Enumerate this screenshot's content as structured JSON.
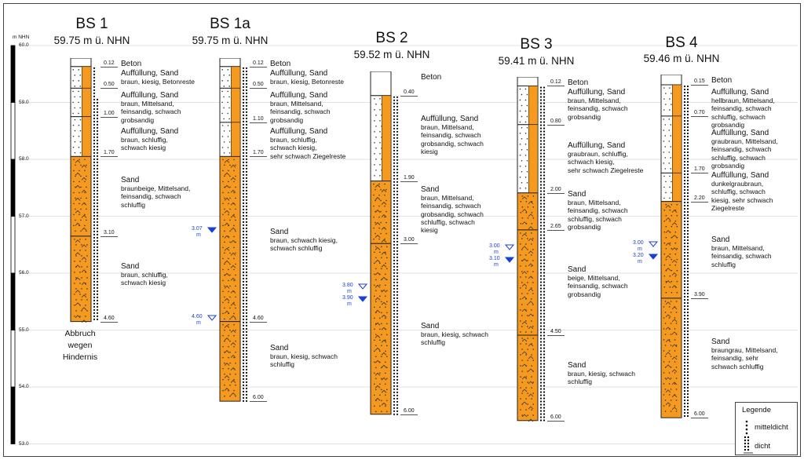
{
  "axis": {
    "unit_label": "m NHN",
    "ticks": [
      "60.0",
      "59.0",
      "58.0",
      "57.0",
      "56.0",
      "55.0",
      "54.0",
      "53.0"
    ]
  },
  "legend": {
    "title": "Legende",
    "items": [
      {
        "label": "mittelдicht",
        "symbol": "single-dot-column-icon"
      },
      {
        "label": "dicht",
        "symbol": "double-dot-column-icon"
      }
    ]
  },
  "boreholes": [
    {
      "name": "BS 1",
      "elevation": "59.75 m ü. NHN",
      "top_label": "Beton",
      "note": [
        "Abbruch",
        "wegen",
        "Hindernis"
      ],
      "depths": [
        "0.12",
        "0.50",
        "1.00",
        "1.70",
        "3.10",
        "4.60"
      ],
      "layers": [
        {
          "head": "Auffüllung, Sand",
          "lines": [
            "braun, kiesig, Betonreste"
          ]
        },
        {
          "head": "Auffüllung, Sand",
          "lines": [
            "braun, Mittelsand,",
            "feinsandig, schwach",
            "grobsandig"
          ]
        },
        {
          "head": "Auffüllung, Sand",
          "lines": [
            "braun, schluffig,",
            "schwach kiesig"
          ]
        },
        {
          "head": "Sand",
          "lines": [
            "braunbeige, Mittelsand,",
            "feinsandig, schwach",
            "schluffig"
          ]
        },
        {
          "head": "Sand",
          "lines": [
            "braun, schluffig,",
            "schwach kiesig"
          ]
        }
      ],
      "water": []
    },
    {
      "name": "BS 1a",
      "elevation": "59.75 m ü. NHN",
      "top_label": "Beton",
      "depths": [
        "0.12",
        "0.50",
        "1.10",
        "1.70",
        "4.60",
        "6.00"
      ],
      "layers": [
        {
          "head": "Auffüllung, Sand",
          "lines": [
            "braun, kiesig, Betonreste"
          ]
        },
        {
          "head": "Auffüllung, Sand",
          "lines": [
            "braun, Mittelsand,",
            "feinsandig, schwach",
            "grobsandig"
          ]
        },
        {
          "head": "Auffüllung, Sand",
          "lines": [
            "braun, schluffig,",
            "schwach kiesig,",
            "sehr schwach Ziegelreste"
          ]
        },
        {
          "head": "Sand",
          "lines": [
            "braun, schwach kiesig,",
            "schwach schluffig"
          ]
        },
        {
          "head": "Sand",
          "lines": [
            "braun, kiesig, schwach",
            "schluffig"
          ]
        }
      ],
      "water": [
        {
          "value": "3.07",
          "unit": "m"
        },
        {
          "value": "4.60",
          "unit": "m"
        }
      ]
    },
    {
      "name": "BS 2",
      "elevation": "59.52 m ü. NHN",
      "top_label": "Beton",
      "depths": [
        "0.40",
        "1.90",
        "3.00",
        "6.00"
      ],
      "layers": [
        {
          "head": "Auffüllung, Sand",
          "lines": [
            "braun, Mittelsand,",
            "feinsandig, schwach",
            "grobsandig, schwach",
            "kiesig"
          ]
        },
        {
          "head": "Sand",
          "lines": [
            "braun, Mittelsand,",
            "feinsandig, schwach",
            "grobsandig, schwach",
            "schluffig, schwach",
            "kiesig"
          ]
        },
        {
          "head": "Sand",
          "lines": [
            "braun, kiesig, schwach",
            "schluffig"
          ]
        }
      ],
      "water": [
        {
          "value": "3.80",
          "unit": "m"
        },
        {
          "value": "3.90",
          "unit": "m"
        }
      ]
    },
    {
      "name": "BS 3",
      "elevation": "59.41 m ü. NHN",
      "top_label": "Beton",
      "depths": [
        "0.12",
        "0.80",
        "2.00",
        "2.65",
        "4.50",
        "6.00"
      ],
      "layers": [
        {
          "head": "Auffüllung, Sand",
          "lines": [
            "braun, Mittelsand,",
            "feinsandig, schwach",
            "grobsandig"
          ]
        },
        {
          "head": "Auffüllung, Sand",
          "lines": [
            "graubraun, schluffig,",
            "schwach kiesig,",
            "sehr schwach Ziegelreste"
          ]
        },
        {
          "head": "Sand",
          "lines": [
            "braun, Mittelsand,",
            "feinsandig, schwach",
            "schluffig, schwach",
            "grobsandig"
          ]
        },
        {
          "head": "Sand",
          "lines": [
            "beige, Mittelsand,",
            "feinsandig, schwach",
            "grobsandig"
          ]
        },
        {
          "head": "Sand",
          "lines": [
            "braun, kiesig, schwach",
            "schluffig"
          ]
        }
      ],
      "water": [
        {
          "value": "3.00",
          "unit": "m"
        },
        {
          "value": "3.10",
          "unit": "m"
        }
      ]
    },
    {
      "name": "BS 4",
      "elevation": "59.46 m ü. NHN",
      "top_label": "Beton",
      "depths": [
        "0.15",
        "0.70",
        "1.70",
        "2.20",
        "3.90",
        "6.00"
      ],
      "layers": [
        {
          "head": "Auffüllung, Sand",
          "lines": [
            "hellbraun, Mittelsand,",
            "feinsandig, schwach",
            "schluffig, schwach",
            "grobsandig"
          ]
        },
        {
          "head": "Auffüllung, Sand",
          "lines": [
            "graubraun, Mittelsand,",
            "feinsandig, schwach",
            "schluffig, schwach",
            "grobsandig"
          ]
        },
        {
          "head": "Auffüllung, Sand",
          "lines": [
            "dunkelgraubraun,",
            "schluffig, schwach",
            "kiesig, sehr schwach",
            "Ziegelreste"
          ]
        },
        {
          "head": "Sand",
          "lines": [
            "braun, Mittelsand,",
            "feinsandig, schwach",
            "schluffig"
          ]
        },
        {
          "head": "Sand",
          "lines": [
            "braungrau, Mittelsand,",
            "feinsandig, sehr",
            "schwach schluffig"
          ]
        }
      ],
      "water": [
        {
          "value": "3.00",
          "unit": "m"
        },
        {
          "value": "3.20",
          "unit": "m"
        }
      ]
    }
  ]
}
